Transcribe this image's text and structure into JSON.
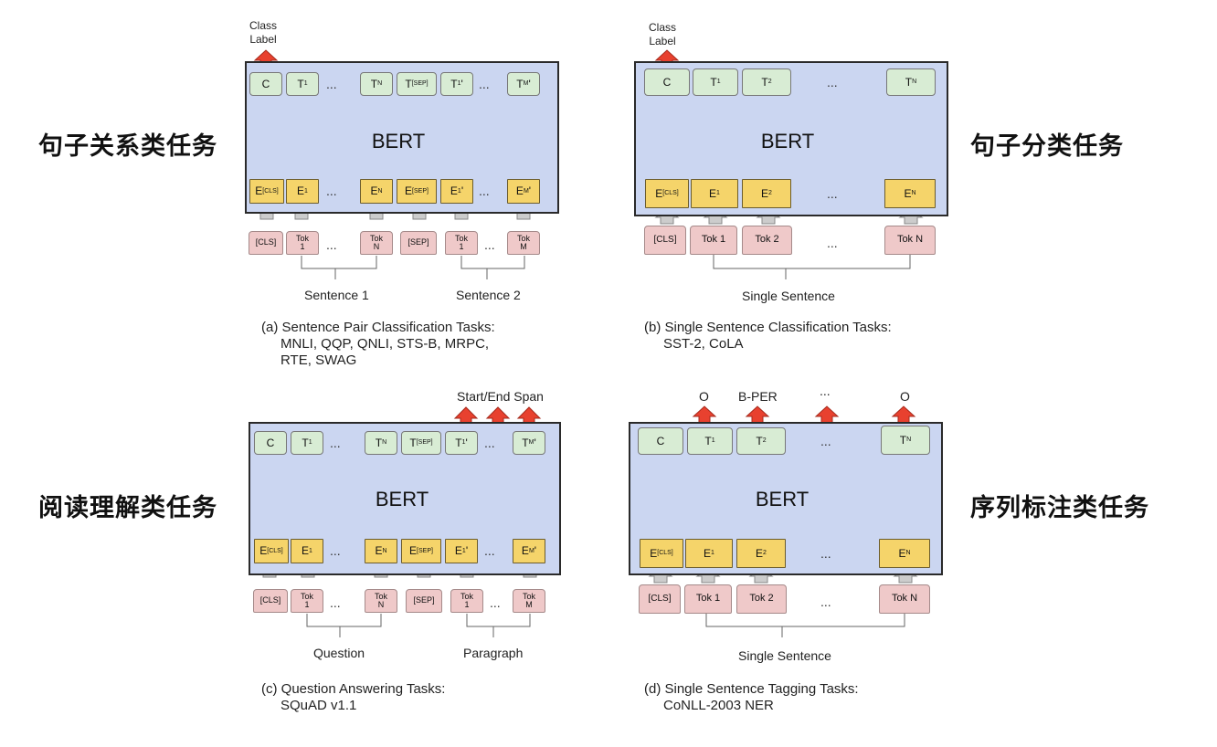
{
  "chinese_labels": {
    "a": "句子关系类任务",
    "b": "句子分类任务",
    "c": "阅读理解类任务",
    "d": "序列标注类任务"
  },
  "panels": {
    "a": {
      "model": "BERT",
      "output_label": [
        "Class",
        "Label"
      ],
      "groups": [
        "Sentence 1",
        "Sentence 2"
      ],
      "caption": [
        "(a) Sentence Pair Classification Tasks:",
        "MNLI, QQP, QNLI, STS-B, MRPC,",
        "RTE, SWAG"
      ],
      "ellipsis": "..."
    },
    "b": {
      "model": "BERT",
      "output_label": [
        "Class",
        "Label"
      ],
      "groups": [
        "Single Sentence"
      ],
      "caption": [
        "(b) Single Sentence Classification Tasks:",
        "SST-2, CoLA"
      ],
      "ellipsis": "..."
    },
    "c": {
      "model": "BERT",
      "output_label": [
        "Start/End Span"
      ],
      "groups": [
        "Question",
        "Paragraph"
      ],
      "caption": [
        "(c) Question Answering Tasks:",
        "SQuAD v1.1"
      ],
      "ellipsis": "..."
    },
    "d": {
      "model": "BERT",
      "output_labels": [
        "O",
        "B-PER",
        "...",
        "O"
      ],
      "groups": [
        "Single Sentence"
      ],
      "caption": [
        "(d) Single Sentence Tagging Tasks:",
        "CoNLL-2003 NER"
      ],
      "ellipsis": "..."
    }
  },
  "colors": {
    "bert_fill": "#cbd6f1",
    "output_node": "#d8ecd4",
    "embedding_node": "#f5d46a",
    "token_node": "#efc9c9",
    "arrow_out": "#e8412f",
    "arrow_in": "#cccccc"
  }
}
